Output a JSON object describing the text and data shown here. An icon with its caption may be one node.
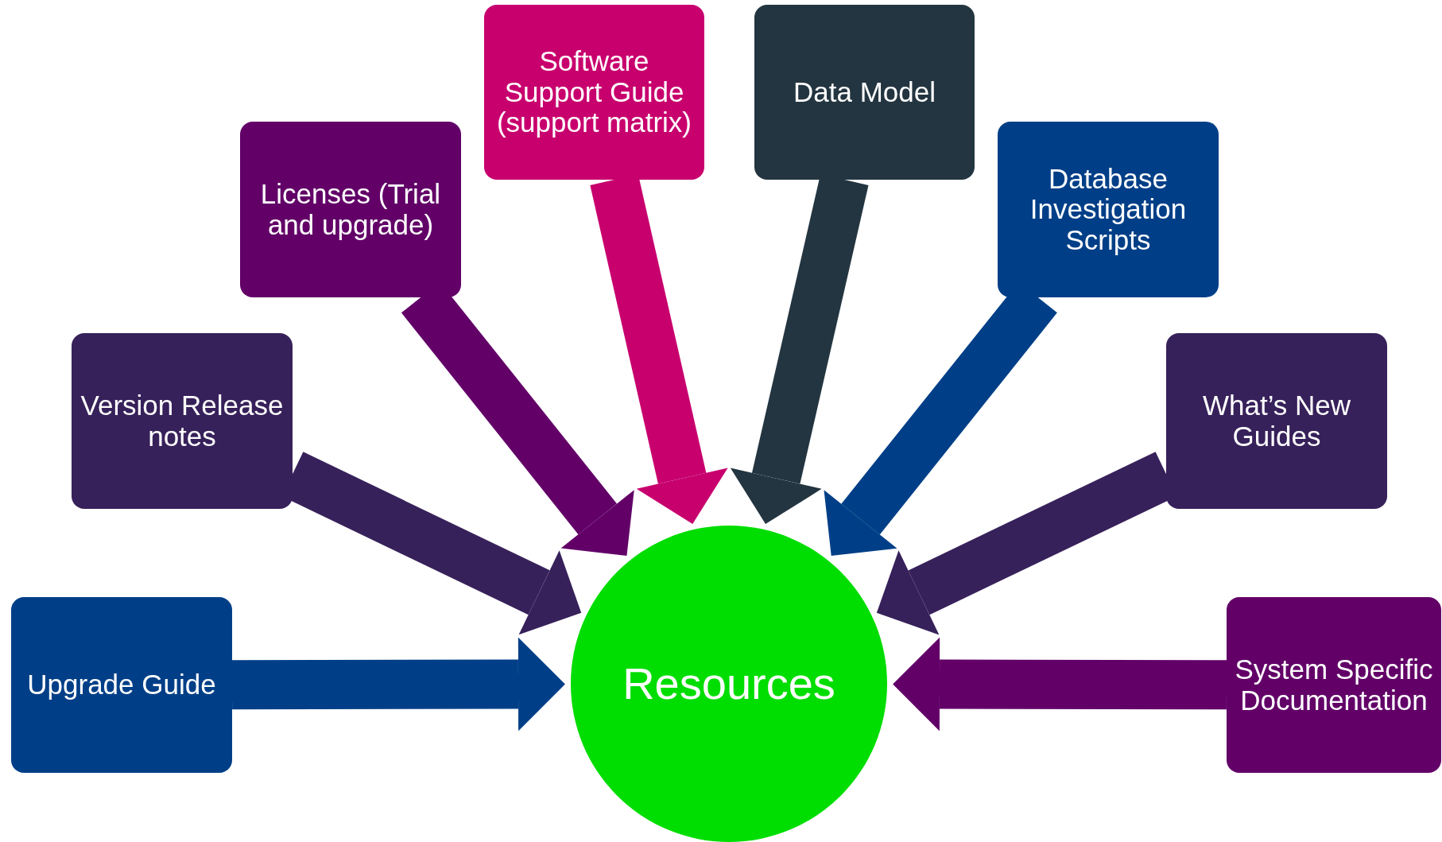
{
  "diagram": {
    "nodes": [
      {
        "text": [
          "Upgrade Guide"
        ]
      },
      {
        "text": [
          "Version Release notes"
        ]
      },
      {
        "text": [
          "Licenses (Trial and upgrade)"
        ]
      },
      {
        "text": [
          "Software Support Guide (support matrix)"
        ]
      },
      {
        "text": [
          "Data Model"
        ]
      },
      {
        "text": [
          "Database Investigation Scripts"
        ]
      },
      {
        "text": [
          "What’s New Guides"
        ]
      },
      {
        "text": [
          "System Specific Documentation"
        ]
      },
      {
        "text": [
          "Resources"
        ]
      }
    ],
    "edges": [
      {
        "from": 0,
        "to": 8,
        "arrow": "to",
        "color": "#003f87"
      },
      {
        "from": 1,
        "to": 8,
        "arrow": "to",
        "color": "#37215a"
      },
      {
        "from": 2,
        "to": 8,
        "arrow": "to",
        "color": "#620068"
      },
      {
        "from": 3,
        "to": 8,
        "arrow": "to",
        "color": "#c8006e"
      },
      {
        "from": 4,
        "to": 8,
        "arrow": "to",
        "color": "#233540"
      },
      {
        "from": 5,
        "to": 8,
        "arrow": "to",
        "color": "#003f87"
      },
      {
        "from": 6,
        "to": 8,
        "arrow": "to",
        "color": "#37215a"
      },
      {
        "from": 7,
        "to": 8,
        "arrow": "to",
        "color": "#620068"
      }
    ]
  }
}
